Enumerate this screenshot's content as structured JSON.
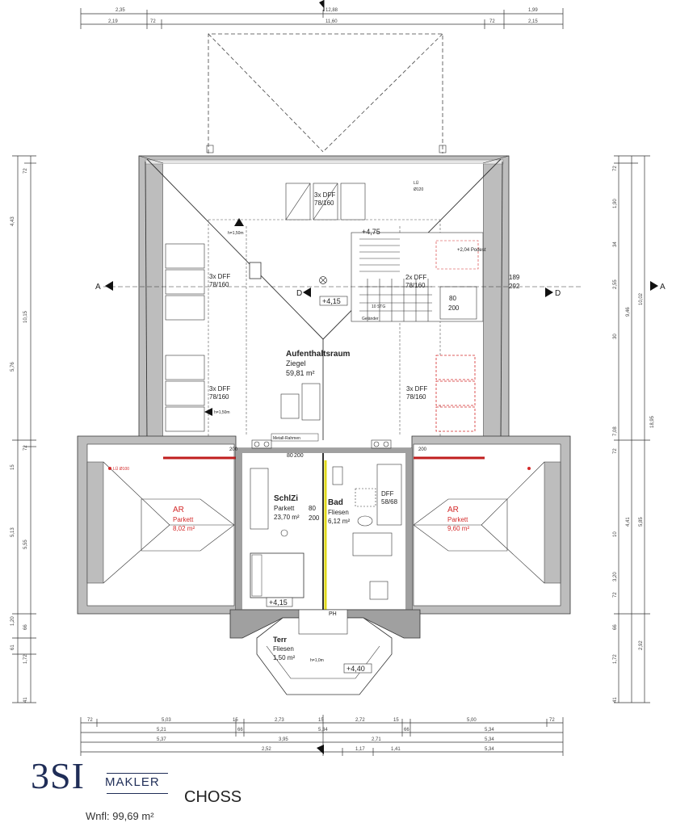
{
  "top_dims": {
    "row1": [
      "2,35",
      "12,88",
      "1,99"
    ],
    "row2": [
      "2,19",
      "72",
      "11,60",
      "72",
      "2,15"
    ]
  },
  "bottom_dims": {
    "row1": [
      "72",
      "5,03",
      "15",
      "2,73",
      "15",
      "2,72",
      "15",
      "5,00",
      "72"
    ],
    "row2": [
      "5,21",
      "66",
      "5,34",
      "66",
      "5,34"
    ],
    "row3": [
      "5,37",
      "3,95",
      "2,71",
      "5,34"
    ],
    "row4": [
      "2,52",
      "1,17",
      "1,41",
      "5,34"
    ]
  },
  "left_dims": [
    "72",
    "4,43",
    "10,15",
    "5,76",
    "72",
    "15",
    "5,13",
    "5,55",
    "1,20",
    "66",
    "61",
    "1,72",
    "41"
  ],
  "right_dims": [
    "72",
    "1,90",
    "34",
    "2,55",
    "9,46",
    "10,02",
    "30",
    "18,95",
    "7,08",
    "72",
    "10",
    "4,41",
    "5,85",
    "3,20",
    "72",
    "66",
    "1,72",
    "2,92",
    "41"
  ],
  "section_marks": {
    "a_left": "A",
    "a_right": "A",
    "d_left": "D",
    "d_right": "D"
  },
  "rooms": {
    "aufenthalt": {
      "name": "Aufenthaltsraum",
      "floor": "Ziegel",
      "area": "59,81 m²"
    },
    "schlzi": {
      "name": "SchlZi",
      "floor": "Parkett",
      "area": "23,70 m²"
    },
    "bad": {
      "name": "Bad",
      "floor": "Fliesen",
      "area": "6,12 m²"
    },
    "ar_left": {
      "name": "AR",
      "floor": "Parkett",
      "area": "8,02 m²"
    },
    "ar_right": {
      "name": "AR",
      "floor": "Parkett",
      "area": "9,60 m²"
    },
    "terr": {
      "name": "Terr",
      "floor": "Fliesen",
      "area": "1,50 m²"
    }
  },
  "annotations": {
    "dff_top": "3x DFF",
    "dff_top_size": "78/160",
    "dff_left_upper": "3x DFF",
    "dff_left_upper_size": "78/160",
    "dff_left_lower": "3x DFF",
    "dff_left_lower_size": "78/160",
    "dff_right_lower": "3x DFF",
    "dff_right_lower_size": "78/160",
    "dff_stair": "2x DFF",
    "dff_stair_size": "78/160",
    "dff_bad": "DFF",
    "dff_bad_size": "58/68",
    "level_475": "+4,75",
    "level_415_center": "+4,15",
    "level_415_low": "+4,15",
    "level_440": "+4,40",
    "h150": "h=1,50m",
    "h150b": "h=1,50m",
    "h10m": "h=1,0m",
    "lu_120a": "LÜ",
    "lu_120b": "Ø120",
    "dim_189": "189",
    "dim_292": "292",
    "metall_rahmen": "Metall-Rahmen",
    "d80a": "80",
    "d200a": "200",
    "d80b": "80",
    "d200b": "200",
    "d80c": "80",
    "d200c": "200",
    "ph": "PH",
    "d200d": "200",
    "d200e": "200",
    "podest": "+2,04 Podest",
    "stairs": "10 STG",
    "gelander": "Geländer",
    "lu_ar": "LÜ Ø100"
  },
  "brand": {
    "num": "3SI",
    "makler": "MAKLER"
  },
  "footer": {
    "wnfl": "Wnfl: 99,69 m²",
    "title_fragment": "CHOSS"
  }
}
